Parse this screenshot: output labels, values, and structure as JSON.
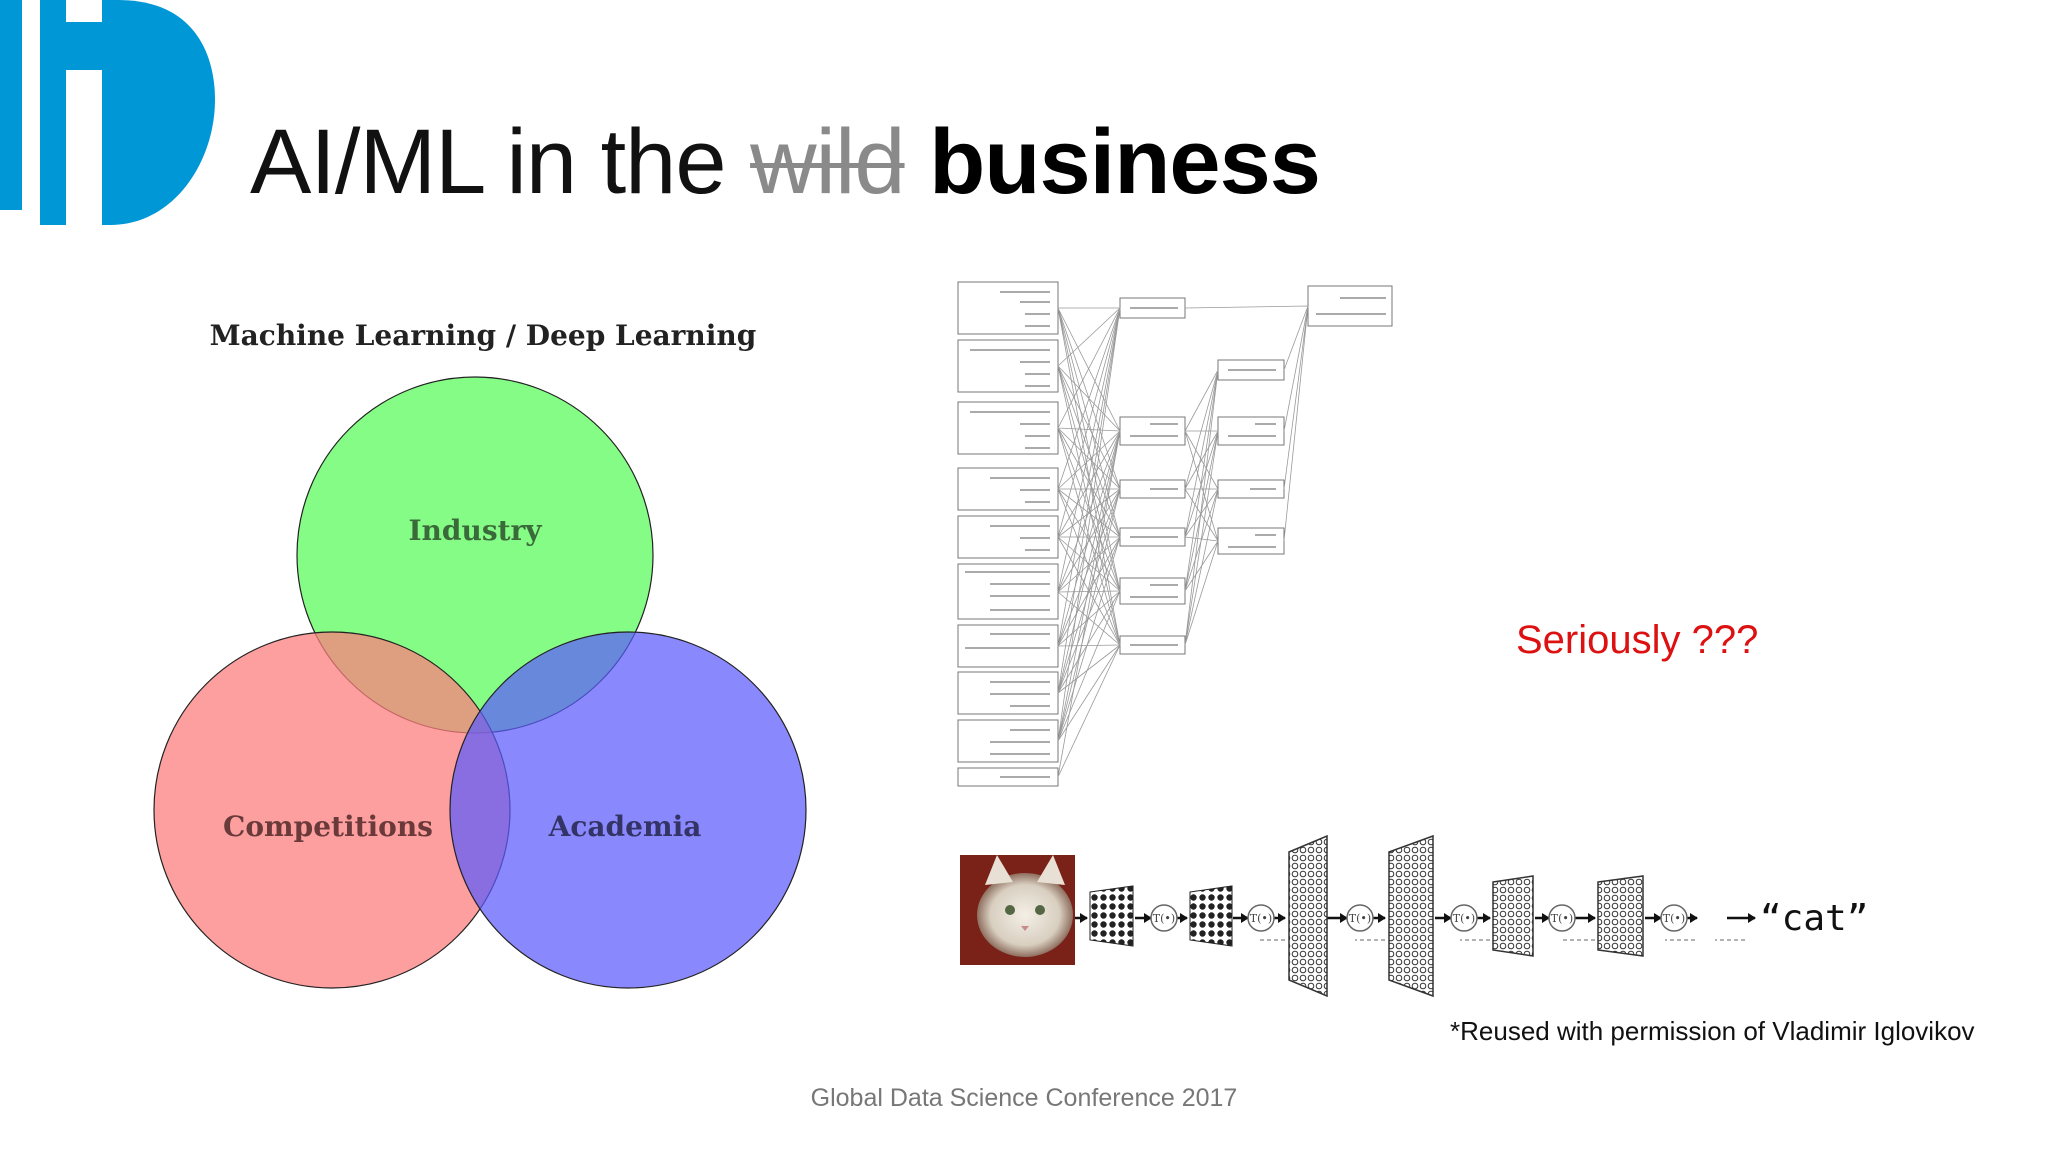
{
  "title": {
    "part1": "AI/ML in the ",
    "struck": "wild",
    "part2": " business"
  },
  "venn": {
    "title": "Machine Learning / Deep Learning",
    "circles": [
      {
        "label": "Industry",
        "color": "#7efc7e"
      },
      {
        "label": "Competitions",
        "color": "#fc7f7f"
      },
      {
        "label": "Academia",
        "color": "#7f7ffc"
      }
    ]
  },
  "annotation": {
    "text": "Seriously ???",
    "color": "#dd1111"
  },
  "cnn": {
    "output_label": "“cat”",
    "image": "cat-photo"
  },
  "credit": "*Reused with permission of Vladimir Iglovikov",
  "footer": "Global Data Science Conference 2017",
  "colors": {
    "logo": "#0097d6",
    "title": "#111111",
    "struck": "#8a8a8a"
  }
}
